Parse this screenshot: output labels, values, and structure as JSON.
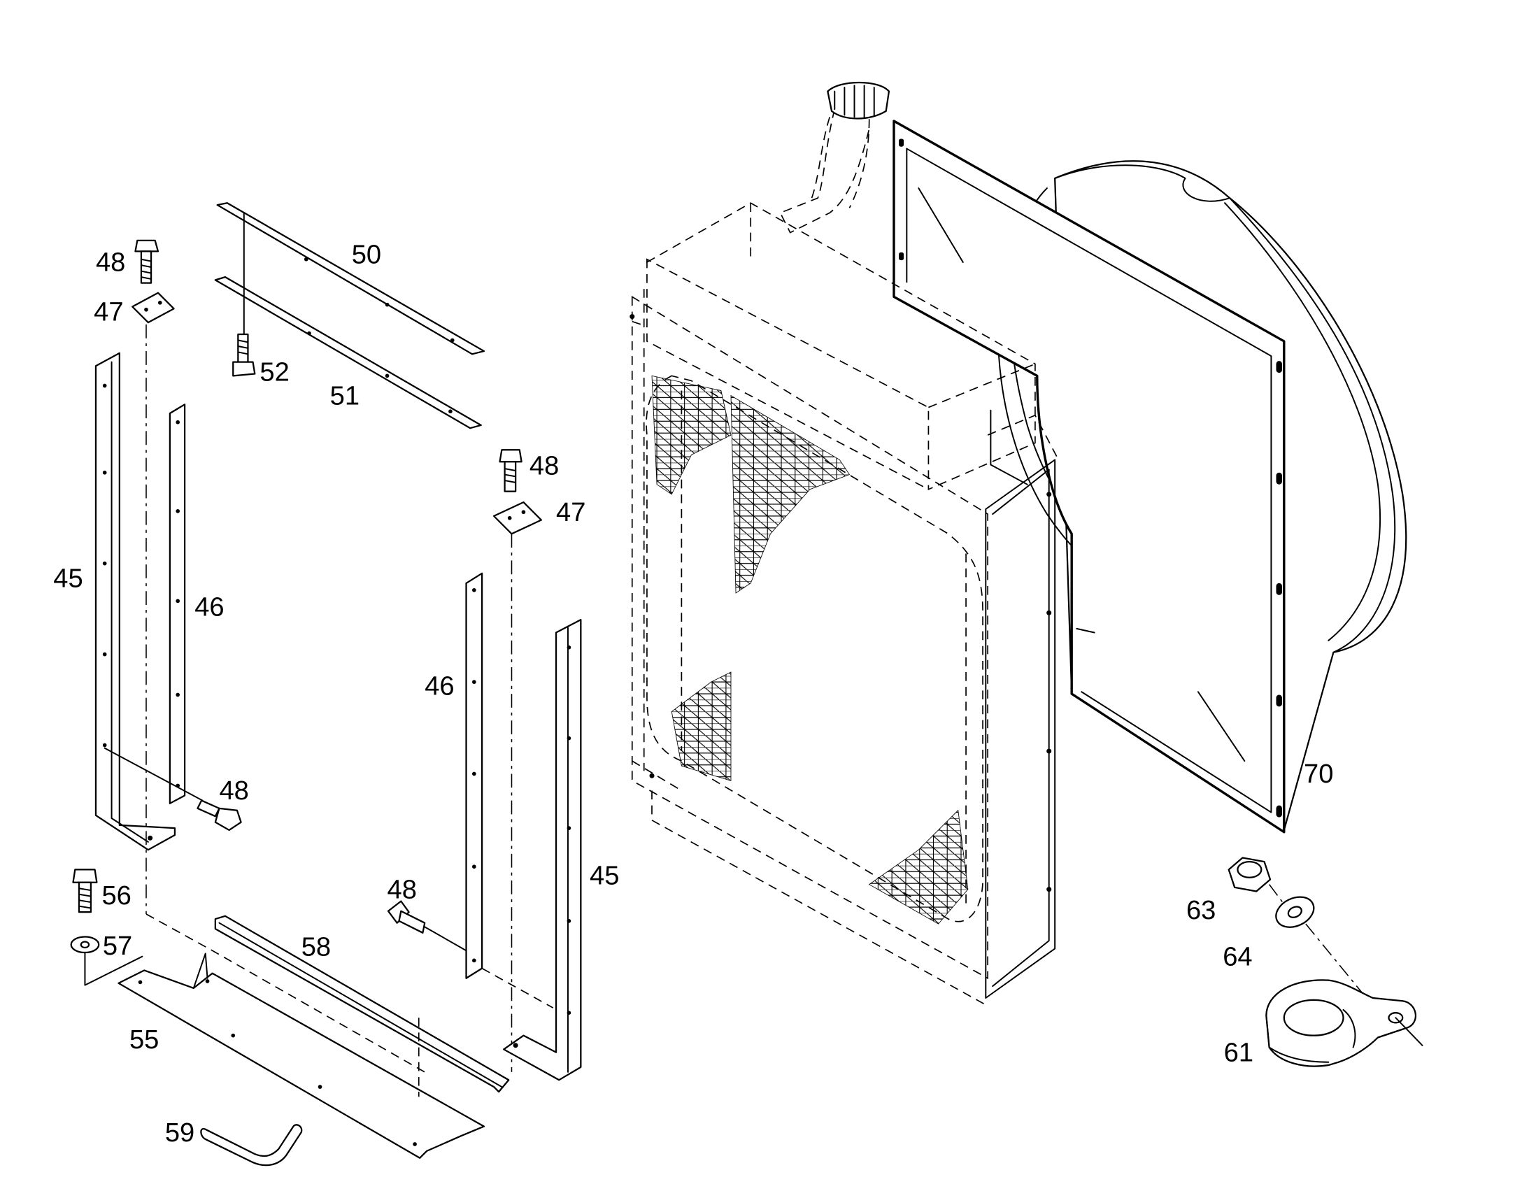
{
  "callouts": [
    {
      "key": "p50",
      "text": "50"
    },
    {
      "key": "p48a",
      "text": "48"
    },
    {
      "key": "p47a",
      "text": "47"
    },
    {
      "key": "p52",
      "text": "52"
    },
    {
      "key": "p51",
      "text": "51"
    },
    {
      "key": "p48b",
      "text": "48"
    },
    {
      "key": "p47b",
      "text": "47"
    },
    {
      "key": "p45a",
      "text": "45"
    },
    {
      "key": "p46a",
      "text": "46"
    },
    {
      "key": "p46b",
      "text": "46"
    },
    {
      "key": "p48c",
      "text": "48"
    },
    {
      "key": "p70",
      "text": "70"
    },
    {
      "key": "p56",
      "text": "56"
    },
    {
      "key": "p48d",
      "text": "48"
    },
    {
      "key": "p45b",
      "text": "45"
    },
    {
      "key": "p63",
      "text": "63"
    },
    {
      "key": "p57",
      "text": "57"
    },
    {
      "key": "p58",
      "text": "58"
    },
    {
      "key": "p64",
      "text": "64"
    },
    {
      "key": "p55",
      "text": "55"
    },
    {
      "key": "p61",
      "text": "61"
    },
    {
      "key": "p59",
      "text": "59"
    }
  ]
}
